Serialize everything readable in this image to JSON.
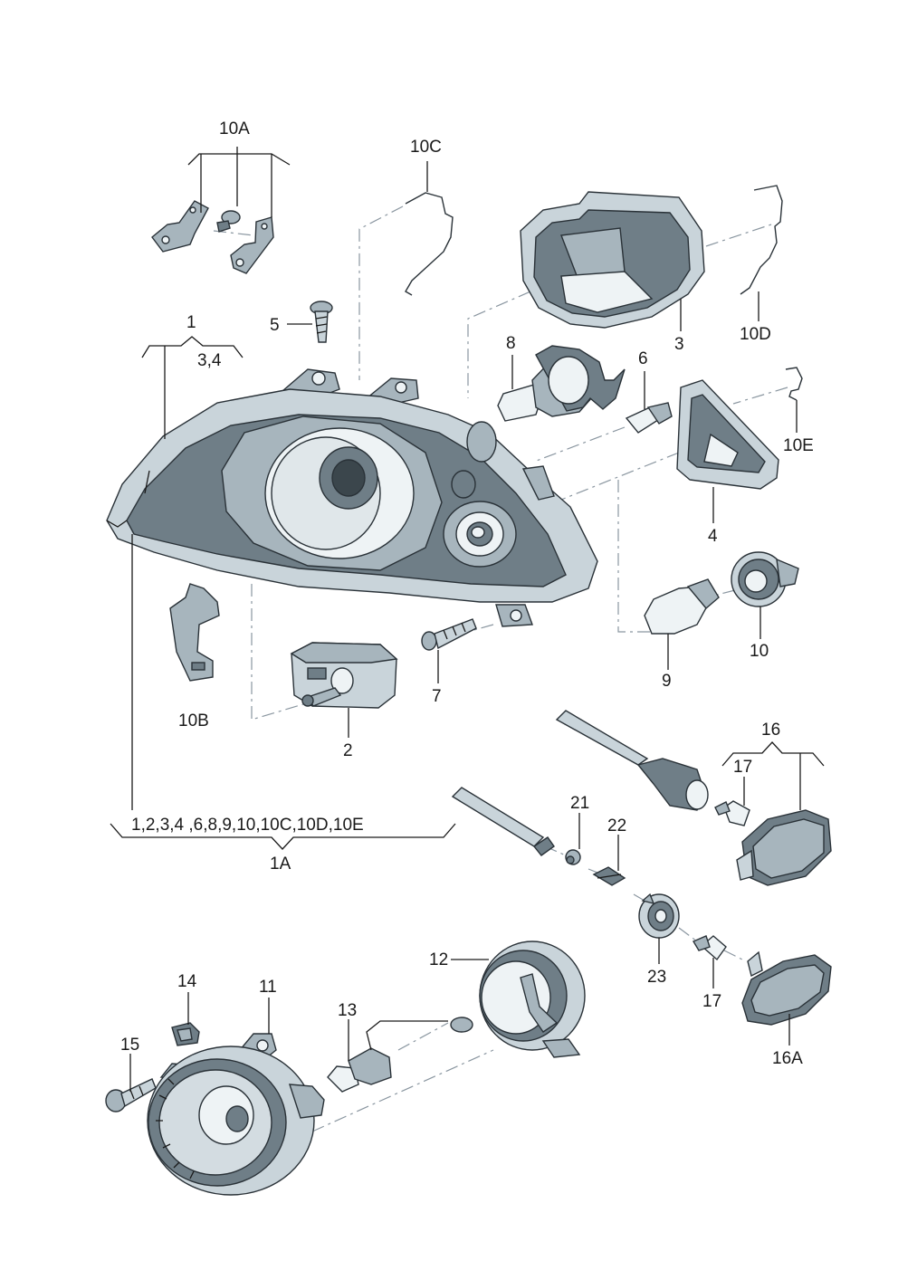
{
  "labels": {
    "l_10A": "10A",
    "l_10C": "10C",
    "l_5": "5",
    "l_1": "1",
    "l_34": "3,4",
    "l_3": "3",
    "l_10D": "10D",
    "l_8": "8",
    "l_6": "6",
    "l_10E": "10E",
    "l_4": "4",
    "l_10": "10",
    "l_9": "9",
    "l_7": "7",
    "l_2": "2",
    "l_10B": "10B",
    "l_16": "16",
    "l_17a": "17",
    "l_21": "21",
    "l_22": "22",
    "l_list": "1,2,3,4 ,6,8,9,10,10C,10D,10E",
    "l_1A": "1A",
    "l_12": "12",
    "l_23": "23",
    "l_17b": "17",
    "l_14": "14",
    "l_11": "11",
    "l_13": "13",
    "l_15": "15",
    "l_16A": "16A"
  }
}
